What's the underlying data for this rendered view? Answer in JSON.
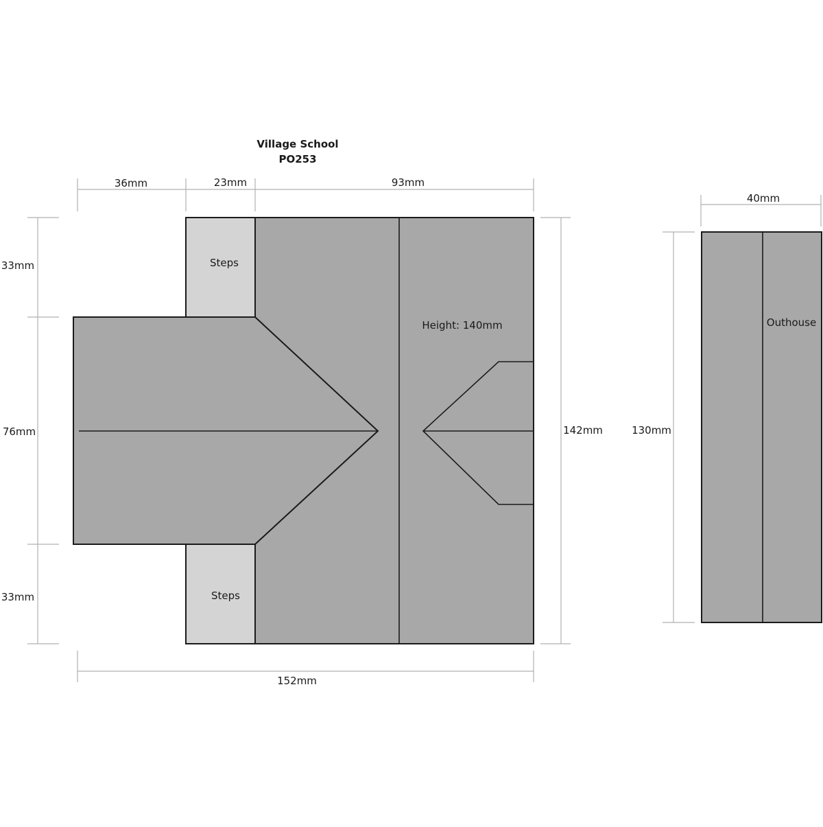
{
  "title": {
    "name": "Village School",
    "code": "PO253"
  },
  "labels": {
    "steps_top": "Steps",
    "steps_bottom": "Steps",
    "height": "Height: 140mm",
    "outhouse": "Outhouse"
  },
  "dimensions": {
    "top_left": "36mm",
    "top_mid": "23mm",
    "top_right": "93mm",
    "bottom_total": "152mm",
    "left_top": "33mm",
    "left_mid": "76mm",
    "left_bottom": "33mm",
    "right_total": "142mm",
    "outhouse_width": "40mm",
    "outhouse_height": "130mm"
  },
  "colors": {
    "roof": "#a8a8a8",
    "steps": "#d4d4d4",
    "outline": "#1a1a1a",
    "dimension_line": "#b0b0b0"
  }
}
